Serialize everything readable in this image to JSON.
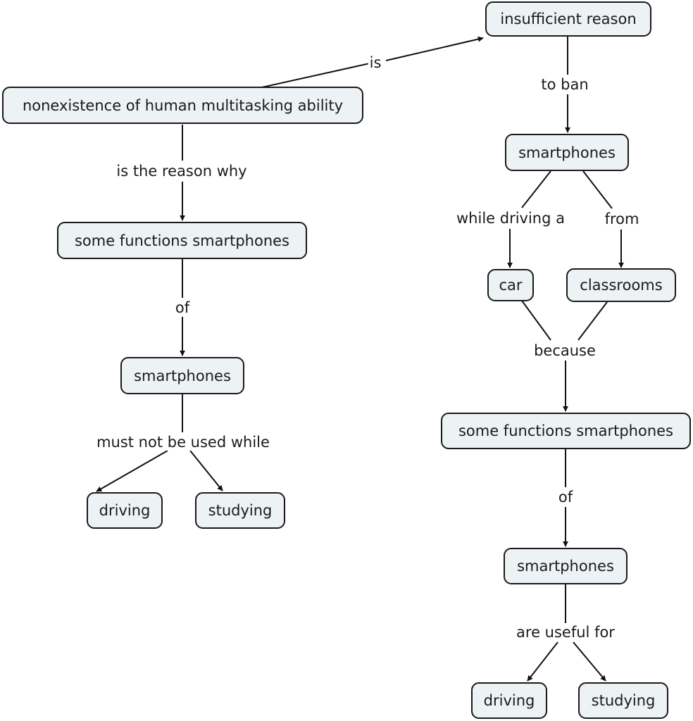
{
  "concept_map": {
    "colors": {
      "node_fill": "#edf2f4",
      "node_border": "#1a1a1a",
      "line": "#111111",
      "text": "#1a1a1a"
    },
    "left": {
      "root": "nonexistence of human multitasking ability",
      "reason_link": "is the reason why",
      "functions": "some functions smartphones",
      "of_link": "of",
      "smartphones": "smartphones",
      "must_link": "must not be used while",
      "driving": "driving",
      "studying": "studying"
    },
    "is_link": "is",
    "right": {
      "insufficient": "insufficient reason",
      "ban_link": "to ban",
      "smartphones_top": "smartphones",
      "while_link": "while driving a",
      "from_link": "from",
      "car": "car",
      "classrooms": "classrooms",
      "because_link": "because",
      "functions": "some functions smartphones",
      "of_link": "of",
      "smartphones_bottom": "smartphones",
      "useful_link": "are useful for",
      "driving": "driving",
      "studying": "studying"
    }
  }
}
